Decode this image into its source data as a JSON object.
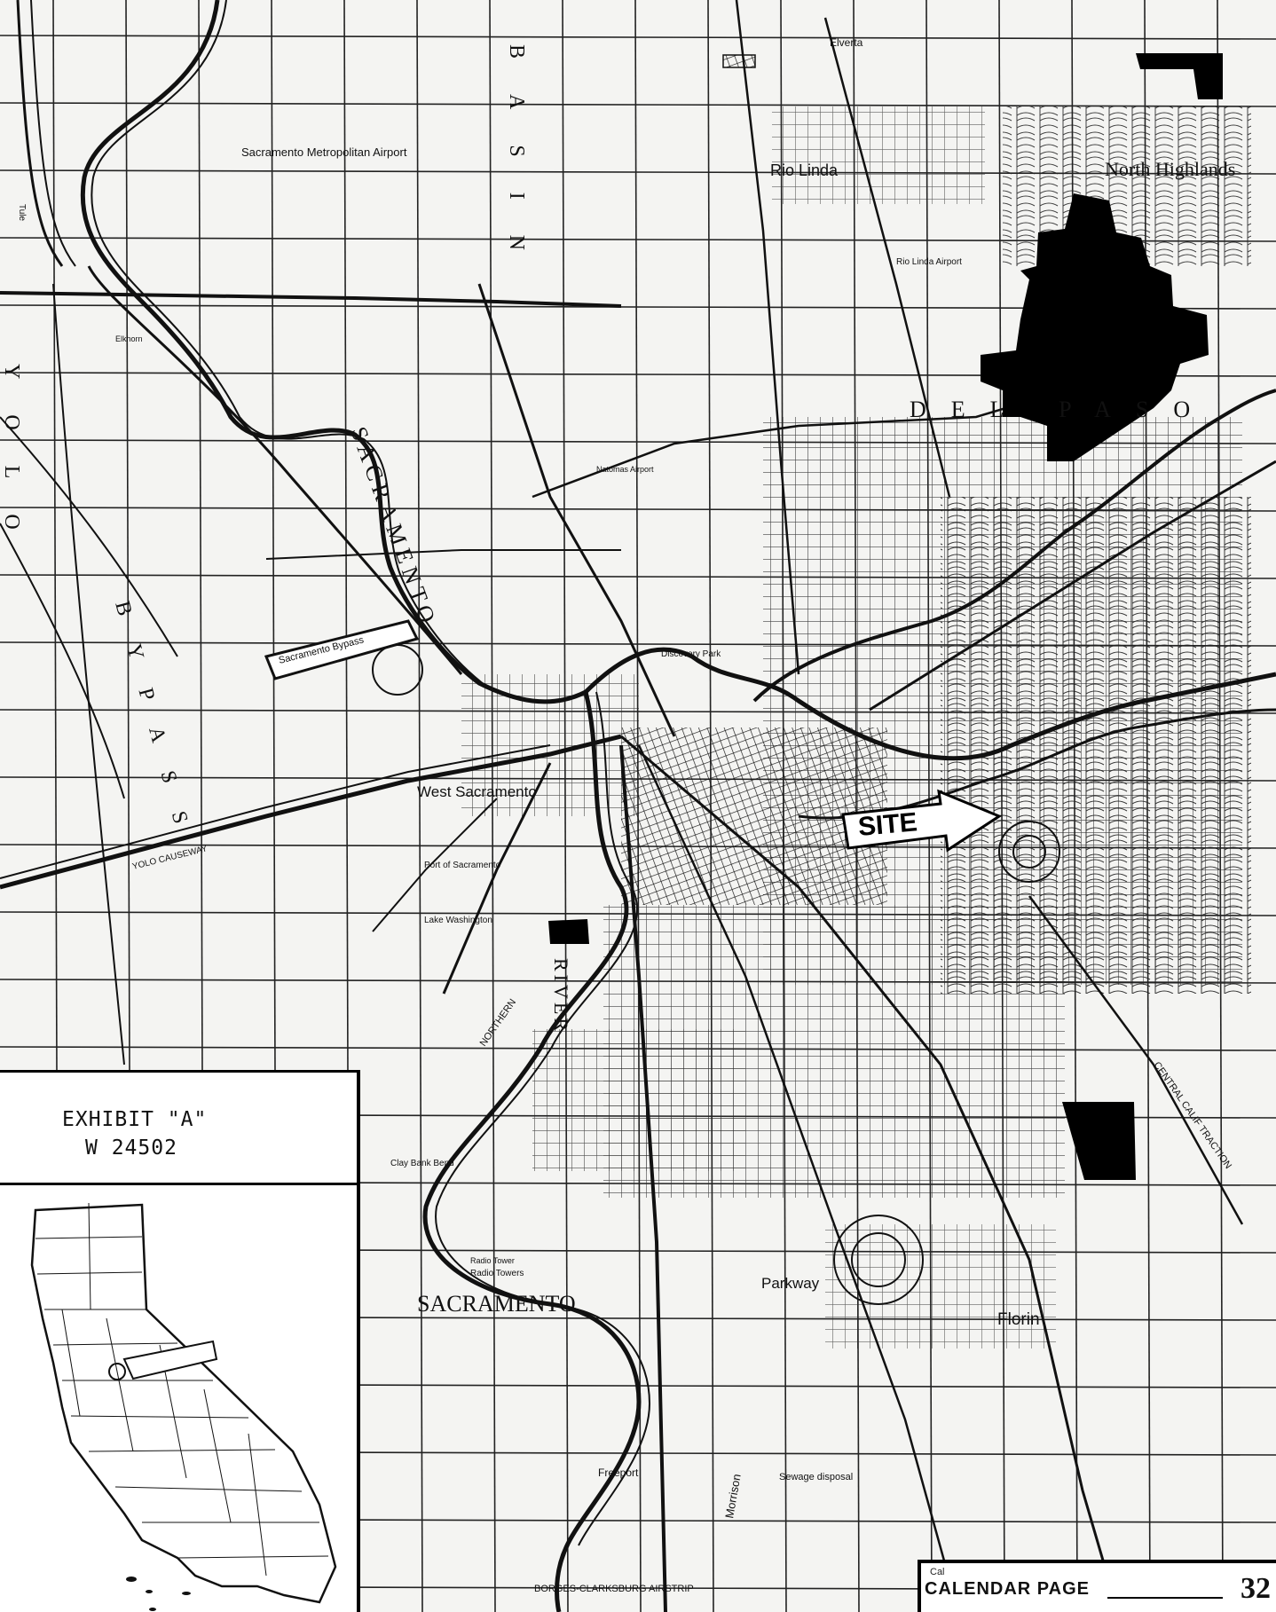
{
  "exhibit": {
    "title": "EXHIBIT \"A\"",
    "number": "W 24502"
  },
  "site_marker": {
    "label": "SITE"
  },
  "calendar_box": {
    "small_text": "Cal",
    "label": "CALENDAR PAGE",
    "number": "32"
  },
  "map_labels": {
    "basin": "BASIN",
    "bypass": "BYPASS",
    "yolo": "YOLO",
    "elverta": "Elverta",
    "sacramento_metropolitan_airport": "Sacramento Metropolitan Airport",
    "rio_linda": "Rio Linda",
    "rio_linda_airport": "Rio Linda Airport",
    "north_highlands": "North Highlands",
    "del_paso": "DEL PASO",
    "west_sacramento": "West Sacramento",
    "sacramento_city": "SACRAMENTO",
    "sacramento_river": "SACRAMENTO",
    "river": "RIVER",
    "parkway": "Parkway",
    "florin": "Florin",
    "freeport": "Freeport",
    "sewage_disposal": "Sewage disposal",
    "morrison": "Morrison",
    "borges_airstrip": "BORGES-CLARKSBURG AIRSTRIP",
    "radio_towers": "Radio Towers",
    "clay_bank_bend": "Clay Bank Bend",
    "lake_washington": "Lake Washington",
    "port_of_sacramento": "Port of Sacramento",
    "discovery_park": "Discovery Park",
    "elkhorn": "Elkhorn",
    "northern": "NORTHERN",
    "central_california_traction": "CENTRAL CALIF TRACTION",
    "yolo_causeway": "YOLO CAUSEWAY",
    "sacramento_bypass": "Sacramento Bypass",
    "tule_canal": "Tule",
    "natomas_airport": "Natomas Airport",
    "radio_tower_rd": "Radio Tower"
  },
  "shaded_parcels": [
    {
      "name": "north-highlands-parcel"
    },
    {
      "name": "florin-parcel"
    },
    {
      "name": "west-river-parcel"
    },
    {
      "name": "northeast-corner-parcel"
    }
  ]
}
